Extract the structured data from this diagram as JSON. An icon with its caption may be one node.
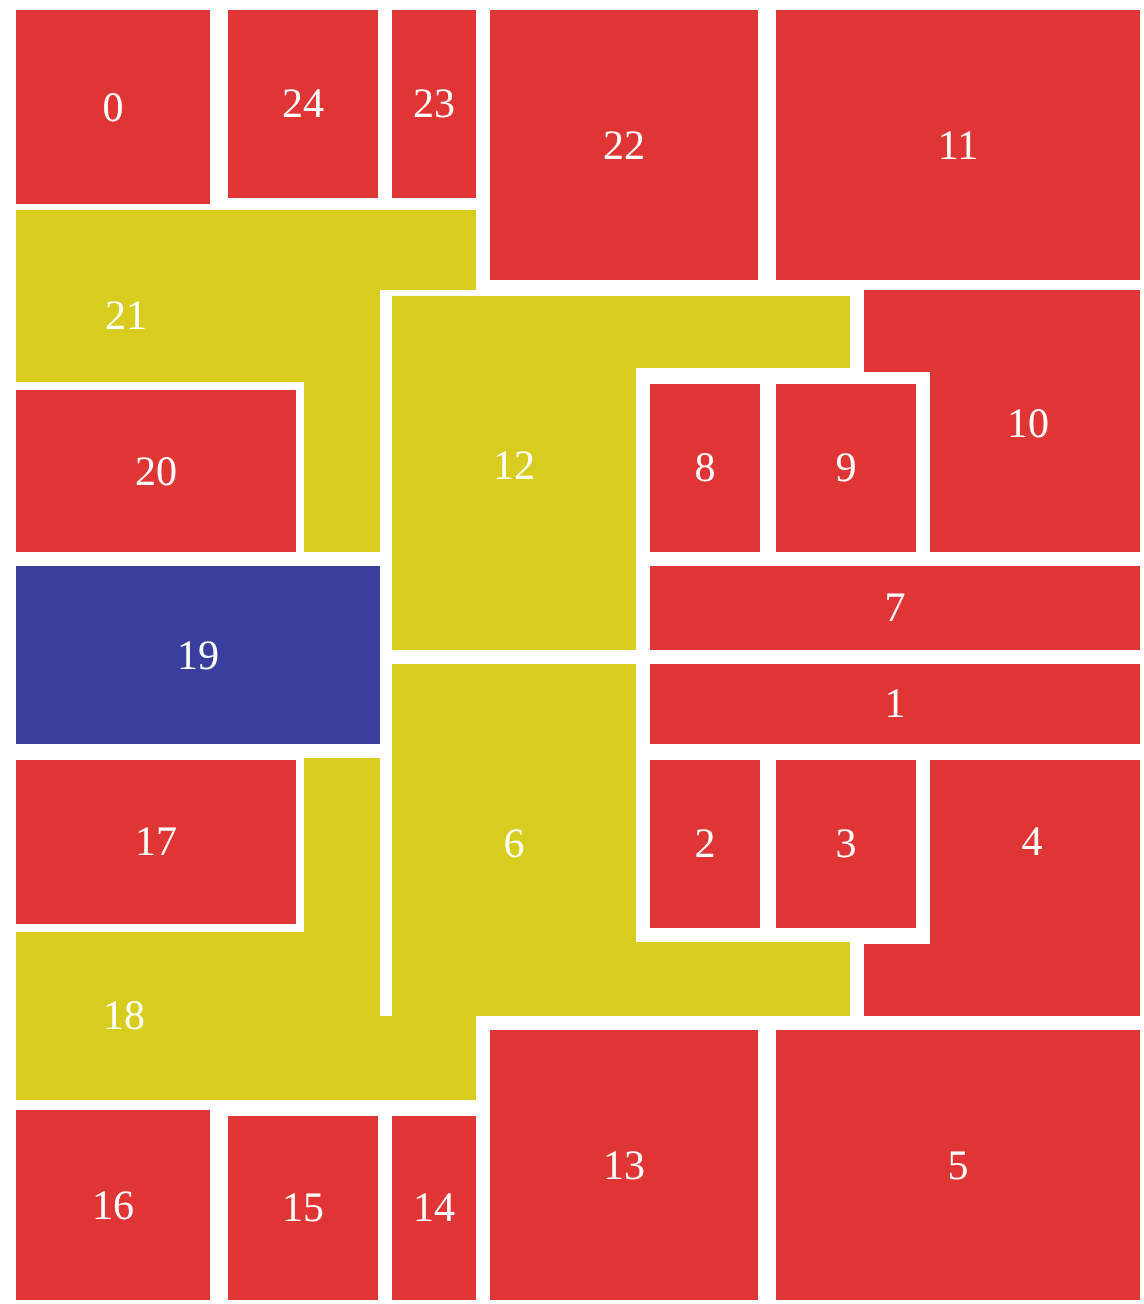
{
  "diagram": {
    "nodes": [
      {
        "text": [
          "0"
        ]
      },
      {
        "text": [
          "24"
        ]
      },
      {
        "text": [
          "23"
        ]
      },
      {
        "text": [
          "22"
        ]
      },
      {
        "text": [
          "11"
        ]
      },
      {
        "text": [
          "21"
        ]
      },
      {
        "text": [
          "10"
        ]
      },
      {
        "text": [
          "12"
        ]
      },
      {
        "text": [
          "8"
        ]
      },
      {
        "text": [
          "9"
        ]
      },
      {
        "text": [
          "20"
        ]
      },
      {
        "text": [
          "7"
        ]
      },
      {
        "text": [
          "19"
        ]
      },
      {
        "text": [
          "1"
        ]
      },
      {
        "text": [
          "17"
        ]
      },
      {
        "text": [
          "6"
        ]
      },
      {
        "text": [
          "2"
        ]
      },
      {
        "text": [
          "3"
        ]
      },
      {
        "text": [
          "4"
        ]
      },
      {
        "text": [
          "18"
        ]
      },
      {
        "text": [
          "16"
        ]
      },
      {
        "text": [
          "15"
        ]
      },
      {
        "text": [
          "14"
        ]
      },
      {
        "text": [
          "13"
        ]
      },
      {
        "text": [
          "5"
        ]
      }
    ]
  }
}
